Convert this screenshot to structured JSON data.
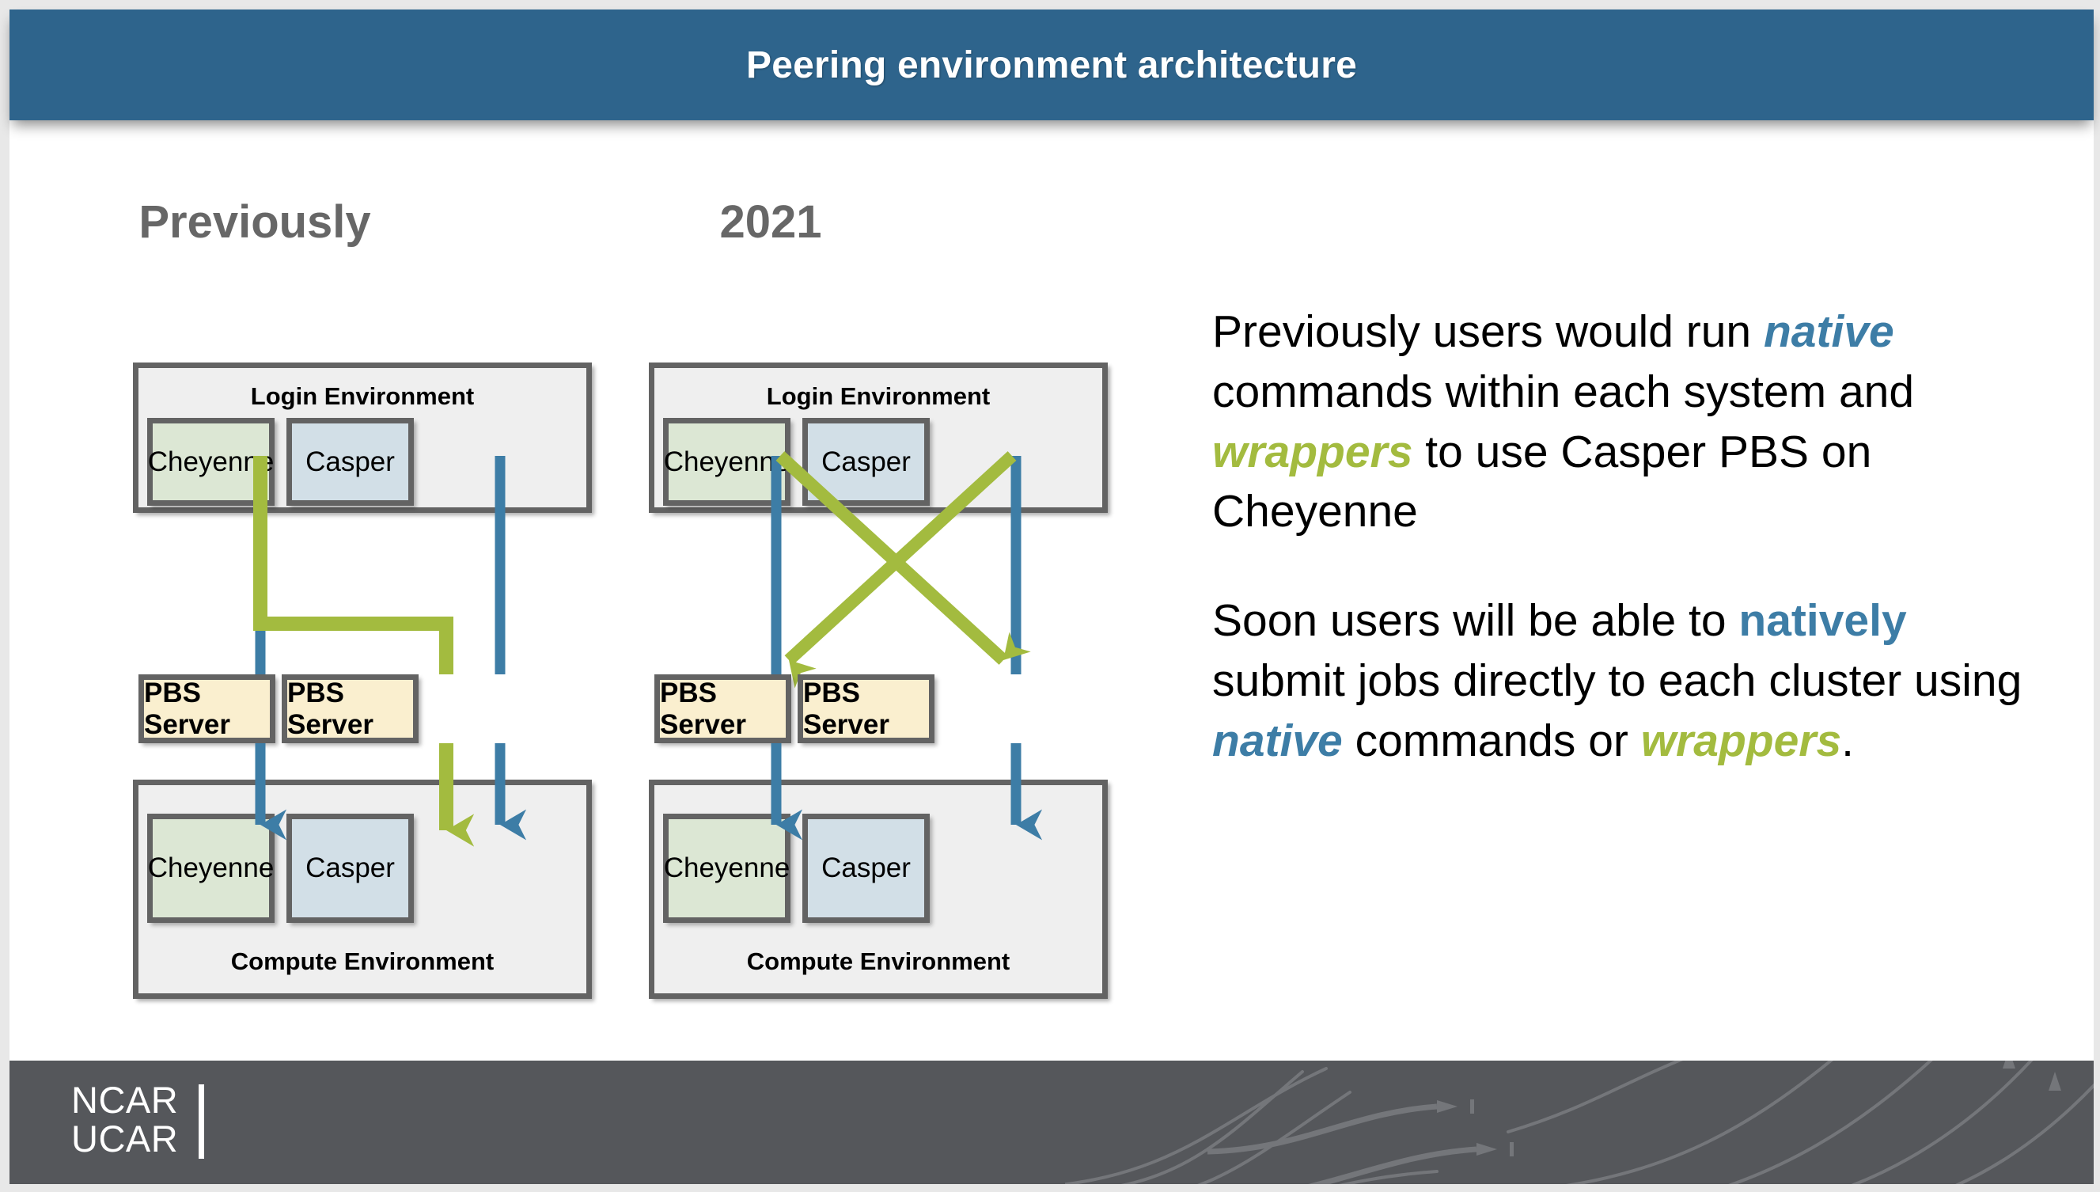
{
  "slide": {
    "title": "Peering environment architecture",
    "title_bar_color": "#2E648C",
    "background_color": "#FFFFFF"
  },
  "palette": {
    "header_blue": "#2E648C",
    "accent_blue": "#3D7DA6",
    "accent_green": "#A3BB3F",
    "box_border_gray": "#636363",
    "env_fill_gray": "#EFEFEF",
    "cheyenne_green": "#DCE7D4",
    "casper_blue": "#D2DFE7",
    "pbs_cream": "#FAEFCF",
    "title_gray": "#676767",
    "footer_gray": "#55575B"
  },
  "diagrams": [
    {
      "id": "previously",
      "title": "Previously",
      "login_env_label": "Login Environment",
      "compute_env_label": "Compute Environment",
      "login_nodes": [
        {
          "name": "Cheyenne",
          "kind": "cheyenne"
        },
        {
          "name": "Casper",
          "kind": "casper"
        }
      ],
      "pbs_servers": [
        {
          "label": "PBS Server"
        },
        {
          "label": "PBS Server"
        }
      ],
      "compute_nodes": [
        {
          "name": "Cheyenne",
          "kind": "cheyenne"
        },
        {
          "name": "Casper",
          "kind": "casper"
        }
      ],
      "connections": [
        {
          "from": "login-cheyenne",
          "to": "pbs-left",
          "color": "blue",
          "style": "straight"
        },
        {
          "from": "pbs-left",
          "to": "compute-cheyenne",
          "color": "blue",
          "style": "arrow"
        },
        {
          "from": "login-casper",
          "to": "pbs-right",
          "color": "blue",
          "style": "straight"
        },
        {
          "from": "pbs-right",
          "to": "compute-casper",
          "color": "blue",
          "style": "arrow"
        },
        {
          "from": "login-cheyenne",
          "to": "pbs-right",
          "color": "green",
          "style": "elbow"
        },
        {
          "from": "pbs-right",
          "to": "compute-casper",
          "color": "green",
          "style": "arrow"
        }
      ]
    },
    {
      "id": "year-2021",
      "title": "2021",
      "login_env_label": "Login Environment",
      "compute_env_label": "Compute Environment",
      "login_nodes": [
        {
          "name": "Cheyenne",
          "kind": "cheyenne"
        },
        {
          "name": "Casper",
          "kind": "casper"
        }
      ],
      "pbs_servers": [
        {
          "label": "PBS Server"
        },
        {
          "label": "PBS Server"
        }
      ],
      "compute_nodes": [
        {
          "name": "Cheyenne",
          "kind": "cheyenne"
        },
        {
          "name": "Casper",
          "kind": "casper"
        }
      ],
      "connections": [
        {
          "from": "login-cheyenne",
          "to": "pbs-left",
          "color": "blue",
          "style": "straight"
        },
        {
          "from": "pbs-left",
          "to": "compute-cheyenne",
          "color": "blue",
          "style": "arrow"
        },
        {
          "from": "login-casper",
          "to": "pbs-right",
          "color": "blue",
          "style": "straight"
        },
        {
          "from": "pbs-right",
          "to": "compute-casper",
          "color": "blue",
          "style": "arrow"
        },
        {
          "from": "login-cheyenne",
          "to": "pbs-right",
          "color": "green",
          "style": "diagonal-arrow"
        },
        {
          "from": "login-casper",
          "to": "pbs-left",
          "color": "green",
          "style": "diagonal-arrow"
        }
      ]
    }
  ],
  "body_text": {
    "paragraph_1": {
      "segments": [
        {
          "text": "Previously users would run ",
          "emphasis": "none"
        },
        {
          "text": "native",
          "emphasis": "blue-italic"
        },
        {
          "text": " commands within each system and ",
          "emphasis": "none"
        },
        {
          "text": "wrappers",
          "emphasis": "green-italic"
        },
        {
          "text": " to use Casper PBS on Cheyenne",
          "emphasis": "none"
        }
      ]
    },
    "paragraph_2": {
      "segments": [
        {
          "text": "Soon users will be able to ",
          "emphasis": "none"
        },
        {
          "text": "natively",
          "emphasis": "blue-upright"
        },
        {
          "text": " submit jobs directly to each cluster using ",
          "emphasis": "none"
        },
        {
          "text": "native",
          "emphasis": "blue-italic"
        },
        {
          "text": " commands or ",
          "emphasis": "none"
        },
        {
          "text": "wrappers",
          "emphasis": "green-italic"
        },
        {
          "text": ".",
          "emphasis": "none"
        }
      ]
    }
  },
  "footer": {
    "logo_line_1": "NCAR",
    "logo_line_2": "UCAR",
    "background_color": "#55575B",
    "decoration": "flow-streamlines-with-arrows"
  }
}
